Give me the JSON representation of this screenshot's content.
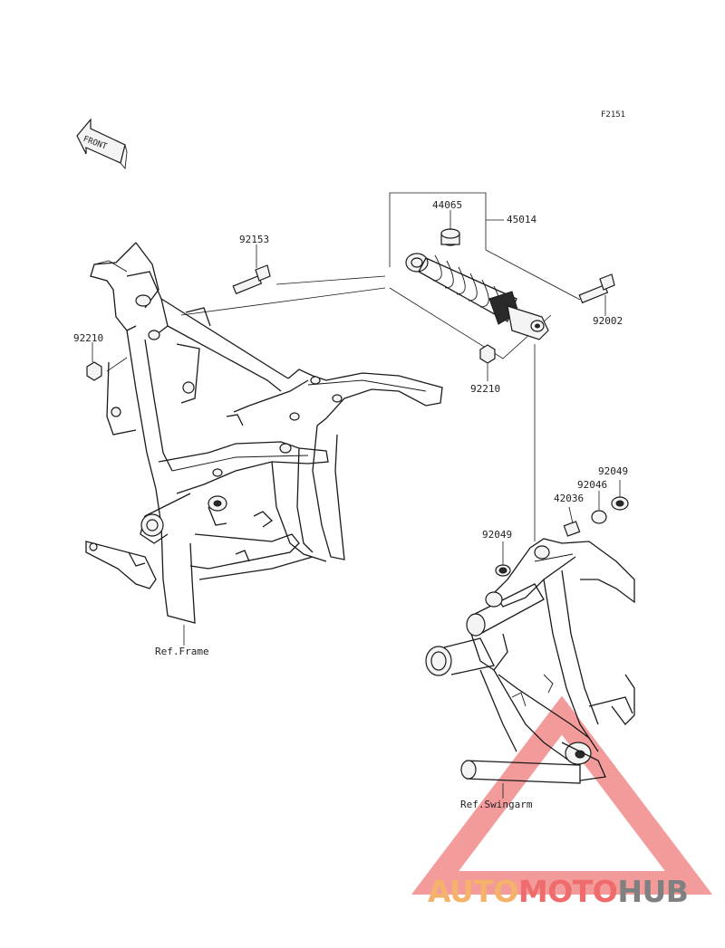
{
  "diagram": {
    "code": "F2151",
    "front_label": "FRONT",
    "parts": {
      "p92153": "92153",
      "p92210_left": "92210",
      "p44065": "44065",
      "p45014": "45014",
      "p92002": "92002",
      "p92210_right": "92210",
      "p92049_top": "92049",
      "p92046": "92046",
      "p42036": "42036",
      "p92049_mid": "92049"
    },
    "ref_frame": "Ref.Frame",
    "ref_swingarm": "Ref.Swingarm"
  },
  "watermark": {
    "part1": "AUTO",
    "part2": "MOTO",
    "part3": "HUB",
    "color1": "#f4b26a",
    "color2": "#f06b6b",
    "color3": "#808080",
    "triangle_color": "#f07a7a"
  }
}
